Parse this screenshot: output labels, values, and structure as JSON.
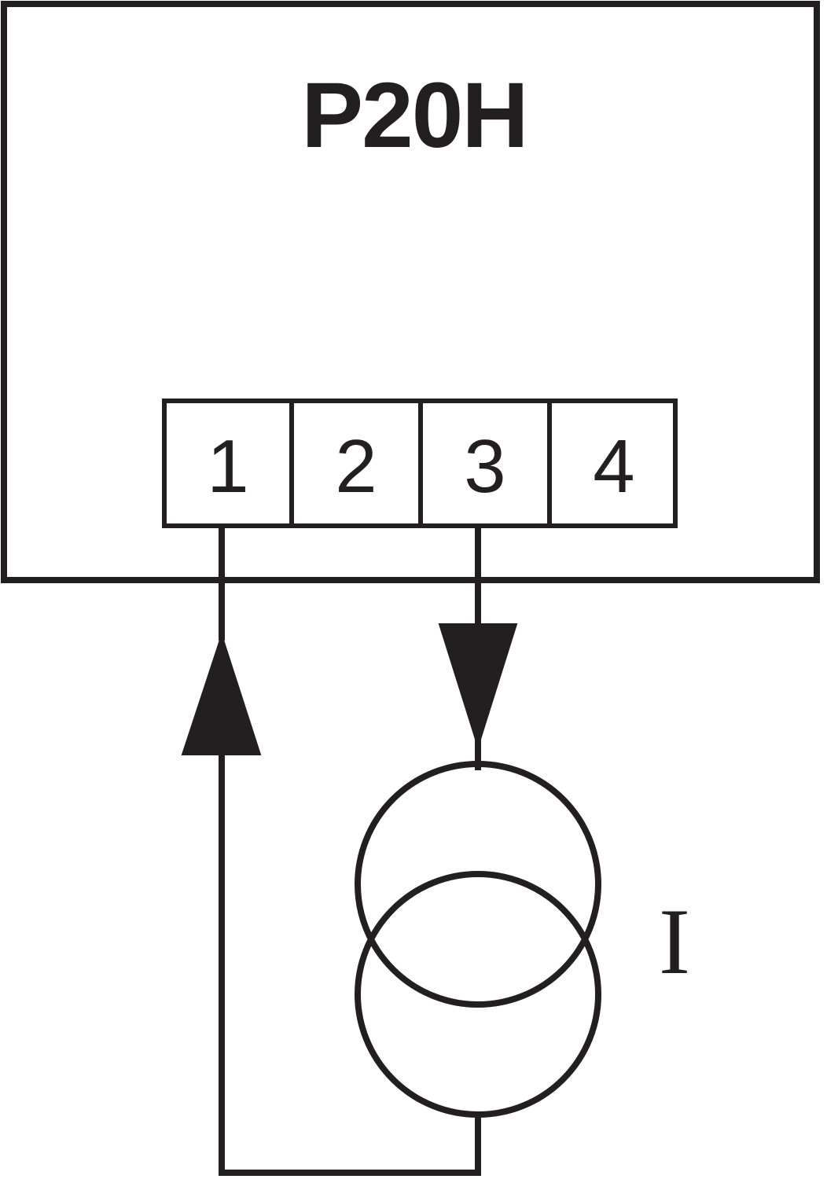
{
  "diagram": {
    "type": "electrical-connection-diagram",
    "title": "P20H",
    "stroke_color": "#231f20",
    "background_color": "#ffffff",
    "enclosure": {
      "name": "device-enclosure",
      "label": "P20H"
    },
    "terminal_block": {
      "name": "terminal-block",
      "terminal_count": 4,
      "terminals": [
        {
          "number": "1",
          "connected": true,
          "direction": "out"
        },
        {
          "number": "2",
          "connected": false,
          "direction": ""
        },
        {
          "number": "3",
          "connected": true,
          "direction": "in"
        },
        {
          "number": "4",
          "connected": false,
          "direction": ""
        }
      ]
    },
    "wires": [
      {
        "name": "wire-terminal-1",
        "from_terminal": "1",
        "arrow": "up",
        "arrow_meaning": "current-into-terminal-1"
      },
      {
        "name": "wire-terminal-3",
        "from_terminal": "3",
        "arrow": "down",
        "arrow_meaning": "current-out-of-terminal-3"
      },
      {
        "name": "wire-return-loop",
        "from_terminal": "coil",
        "to_terminal": "1",
        "arrow": "none"
      }
    ],
    "component": {
      "name": "current-transformer-coil",
      "symbol": "two-overlapping-circles",
      "circle_count": 2,
      "label": "I",
      "label_meaning": "current"
    }
  }
}
